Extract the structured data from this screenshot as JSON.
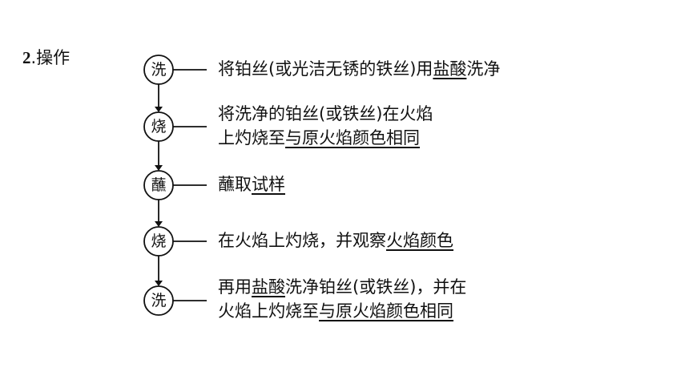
{
  "heading": {
    "number": "2",
    "text": ".操作"
  },
  "steps": [
    {
      "icon_char": "洗",
      "lines": [
        [
          {
            "t": "将铂丝(或光洁无锈的铁丝)用"
          },
          {
            "t": "盐酸",
            "u": true
          },
          {
            "t": "洗净"
          }
        ]
      ]
    },
    {
      "icon_char": "烧",
      "lines": [
        [
          {
            "t": "将洗净的铂丝(或铁丝)在火焰"
          }
        ],
        [
          {
            "t": "上灼烧至"
          },
          {
            "t": "与原火焰颜色相同",
            "u": true
          }
        ]
      ]
    },
    {
      "icon_char": "蘸",
      "lines": [
        [
          {
            "t": "蘸取"
          },
          {
            "t": "试样",
            "u": true
          }
        ]
      ]
    },
    {
      "icon_char": "烧",
      "lines": [
        [
          {
            "t": "在火焰上灼烧，并观察"
          },
          {
            "t": "火焰颜色",
            "u": true
          }
        ]
      ]
    },
    {
      "icon_char": "洗",
      "lines": [
        [
          {
            "t": "再用"
          },
          {
            "t": "盐酸",
            "u": true
          },
          {
            "t": "洗净铂丝(或铁丝)，并在"
          }
        ],
        [
          {
            "t": "火焰上灼烧至"
          },
          {
            "t": "与原火焰颜色相同",
            "u": true
          }
        ]
      ]
    }
  ]
}
